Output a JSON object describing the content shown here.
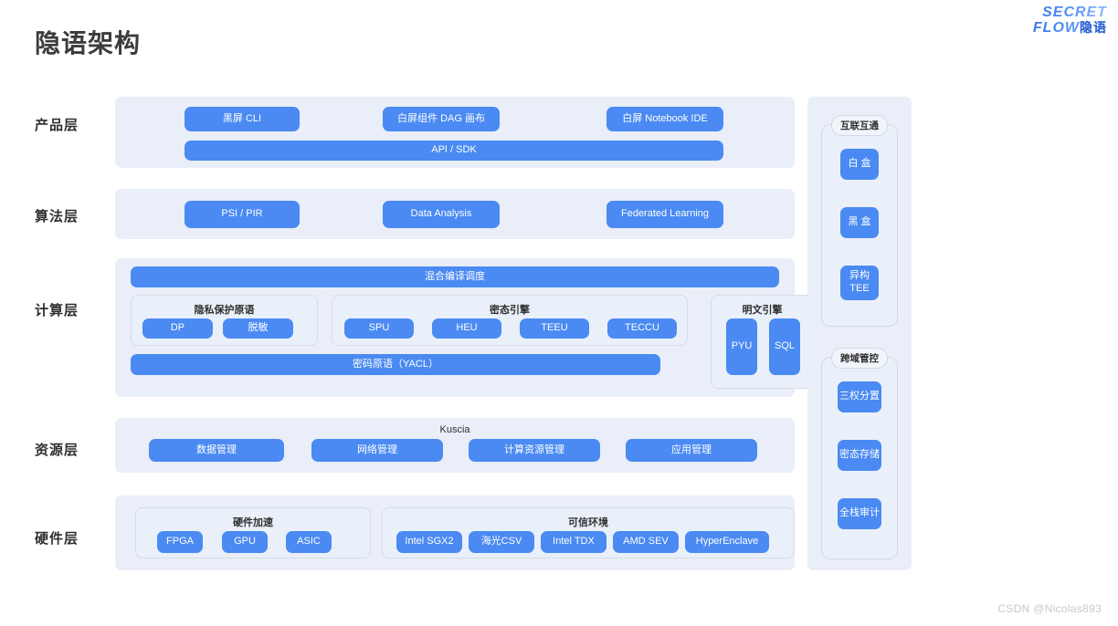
{
  "page": {
    "title": "隐语架构",
    "watermark": "CSDN @Nicolas893"
  },
  "logo": {
    "line1": "SECRET",
    "line2": "FLOW",
    "cn": "隐语"
  },
  "layers": [
    {
      "key": "product",
      "label": "产品层",
      "top_items": [
        "黑屏 CLI",
        "白屏组件 DAG 画布",
        "白屏 Notebook IDE"
      ],
      "bar": "API / SDK"
    },
    {
      "key": "algorithm",
      "label": "算法层",
      "top_items": [
        "PSI / PIR",
        "Data Analysis",
        "Federated Learning"
      ]
    },
    {
      "key": "compute",
      "label": "计算层",
      "top_bar": "混合编译调度",
      "bottom_bar": "密码原语（YACL）",
      "groups": [
        {
          "title": "隐私保护原语",
          "items": [
            "DP",
            "脱敏"
          ]
        },
        {
          "title": "密态引擎",
          "items": [
            "SPU",
            "HEU",
            "TEEU",
            "TECCU"
          ]
        },
        {
          "title": "明文引擎",
          "items": [
            "PYU",
            "SQL"
          ]
        }
      ]
    },
    {
      "key": "resource",
      "label": "资源层",
      "group_title": "Kuscia",
      "items": [
        "数据管理",
        "网络管理",
        "计算资源管理",
        "应用管理"
      ]
    },
    {
      "key": "hardware",
      "label": "硬件层",
      "groups": [
        {
          "title": "硬件加速",
          "items": [
            "FPGA",
            "GPU",
            "ASIC"
          ]
        },
        {
          "title": "可信环境",
          "items": [
            "Intel SGX2",
            "海光CSV",
            "Intel TDX",
            "AMD SEV",
            "HyperEnclave"
          ]
        }
      ]
    }
  ],
  "sidebar": {
    "sections": [
      {
        "title": "互联互通",
        "items": [
          "白 盒",
          "黑 盒",
          "异构\nTEE"
        ]
      },
      {
        "title": "跨域管控",
        "items": [
          "三权分置",
          "密态存储",
          "全栈审计"
        ]
      }
    ]
  },
  "colors": {
    "chip_blue": "#4a8af2",
    "panel_bg": "#e9eef8",
    "subgroup_bg": "#eaf0fa",
    "subgroup_border": "#d6dce8",
    "title_text": "#3c3c3c",
    "brand_blue": "#2b5fcf",
    "watermark": "#c9c9c9"
  }
}
